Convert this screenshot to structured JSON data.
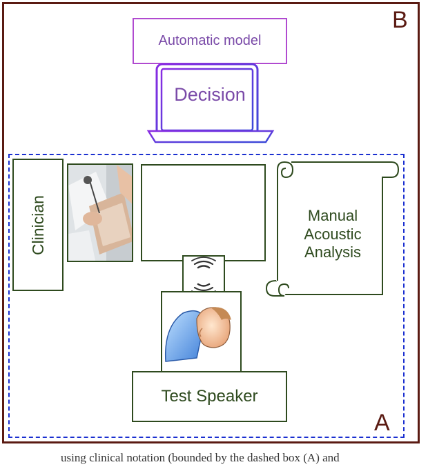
{
  "labels": {
    "b": "B",
    "a": "A"
  },
  "automatic_model": "Automatic model",
  "decision": "Decision",
  "clinician": "Clinician",
  "manual": [
    "Manual",
    "Acoustic",
    "Analysis"
  ],
  "test_speaker": "Test Speaker",
  "caption": "using clinical notation (bounded by the dashed box (A) and",
  "colors": {
    "outer_border": "#5a1a12",
    "purple": "#b04ad0",
    "purple_text": "#7a4aa8",
    "dashed_blue": "#1a2fd0",
    "green": "#2e4a1e"
  },
  "icons": [
    "laptop-icon",
    "doctor-writing-image",
    "waveform-icon",
    "sound-wave-icon",
    "speaker-head-icon",
    "scroll-icon"
  ]
}
